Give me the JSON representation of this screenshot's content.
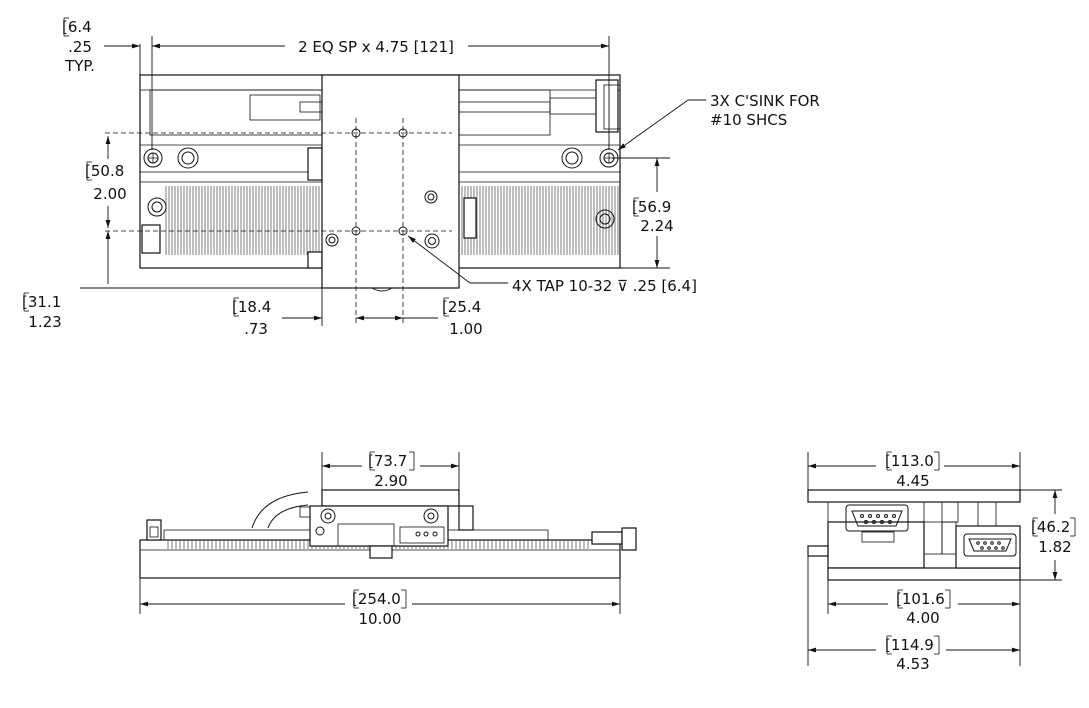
{
  "top_view": {
    "spacing_label": "2 EQ SP x 4.75 [121]",
    "edge_offset": {
      "mm": "[6.4",
      "in": ".25",
      "note": "TYP."
    },
    "csink_note": {
      "line1": "3X C'SINK FOR",
      "line2": "#10 SHCS"
    },
    "tap_note": "4X TAP 10-32 ⊽ .25 [6.4]",
    "dim_50_8": {
      "mm": "[50.8",
      "in": "2.00"
    },
    "dim_56_9": {
      "mm": "[56.9",
      "in": "2.24"
    },
    "dim_31_1": {
      "mm": "[31.1",
      "in": "1.23"
    },
    "dim_18_4": {
      "mm": "[18.4",
      "in": ".73"
    },
    "dim_25_4": {
      "mm": "[25.4",
      "in": "1.00"
    }
  },
  "front_view": {
    "carriage_width": {
      "mm": "[73.7",
      "in": "2.90"
    },
    "overall_length": {
      "mm": "[254.0",
      "in": "10.00"
    }
  },
  "end_view": {
    "top_width": {
      "mm": "[113.0",
      "in": "4.45"
    },
    "height": {
      "mm": "[46.2",
      "in": "1.82"
    },
    "base_width": {
      "mm": "[101.6",
      "in": "4.00"
    },
    "overall_width": {
      "mm": "[114.9",
      "in": "4.53"
    }
  }
}
